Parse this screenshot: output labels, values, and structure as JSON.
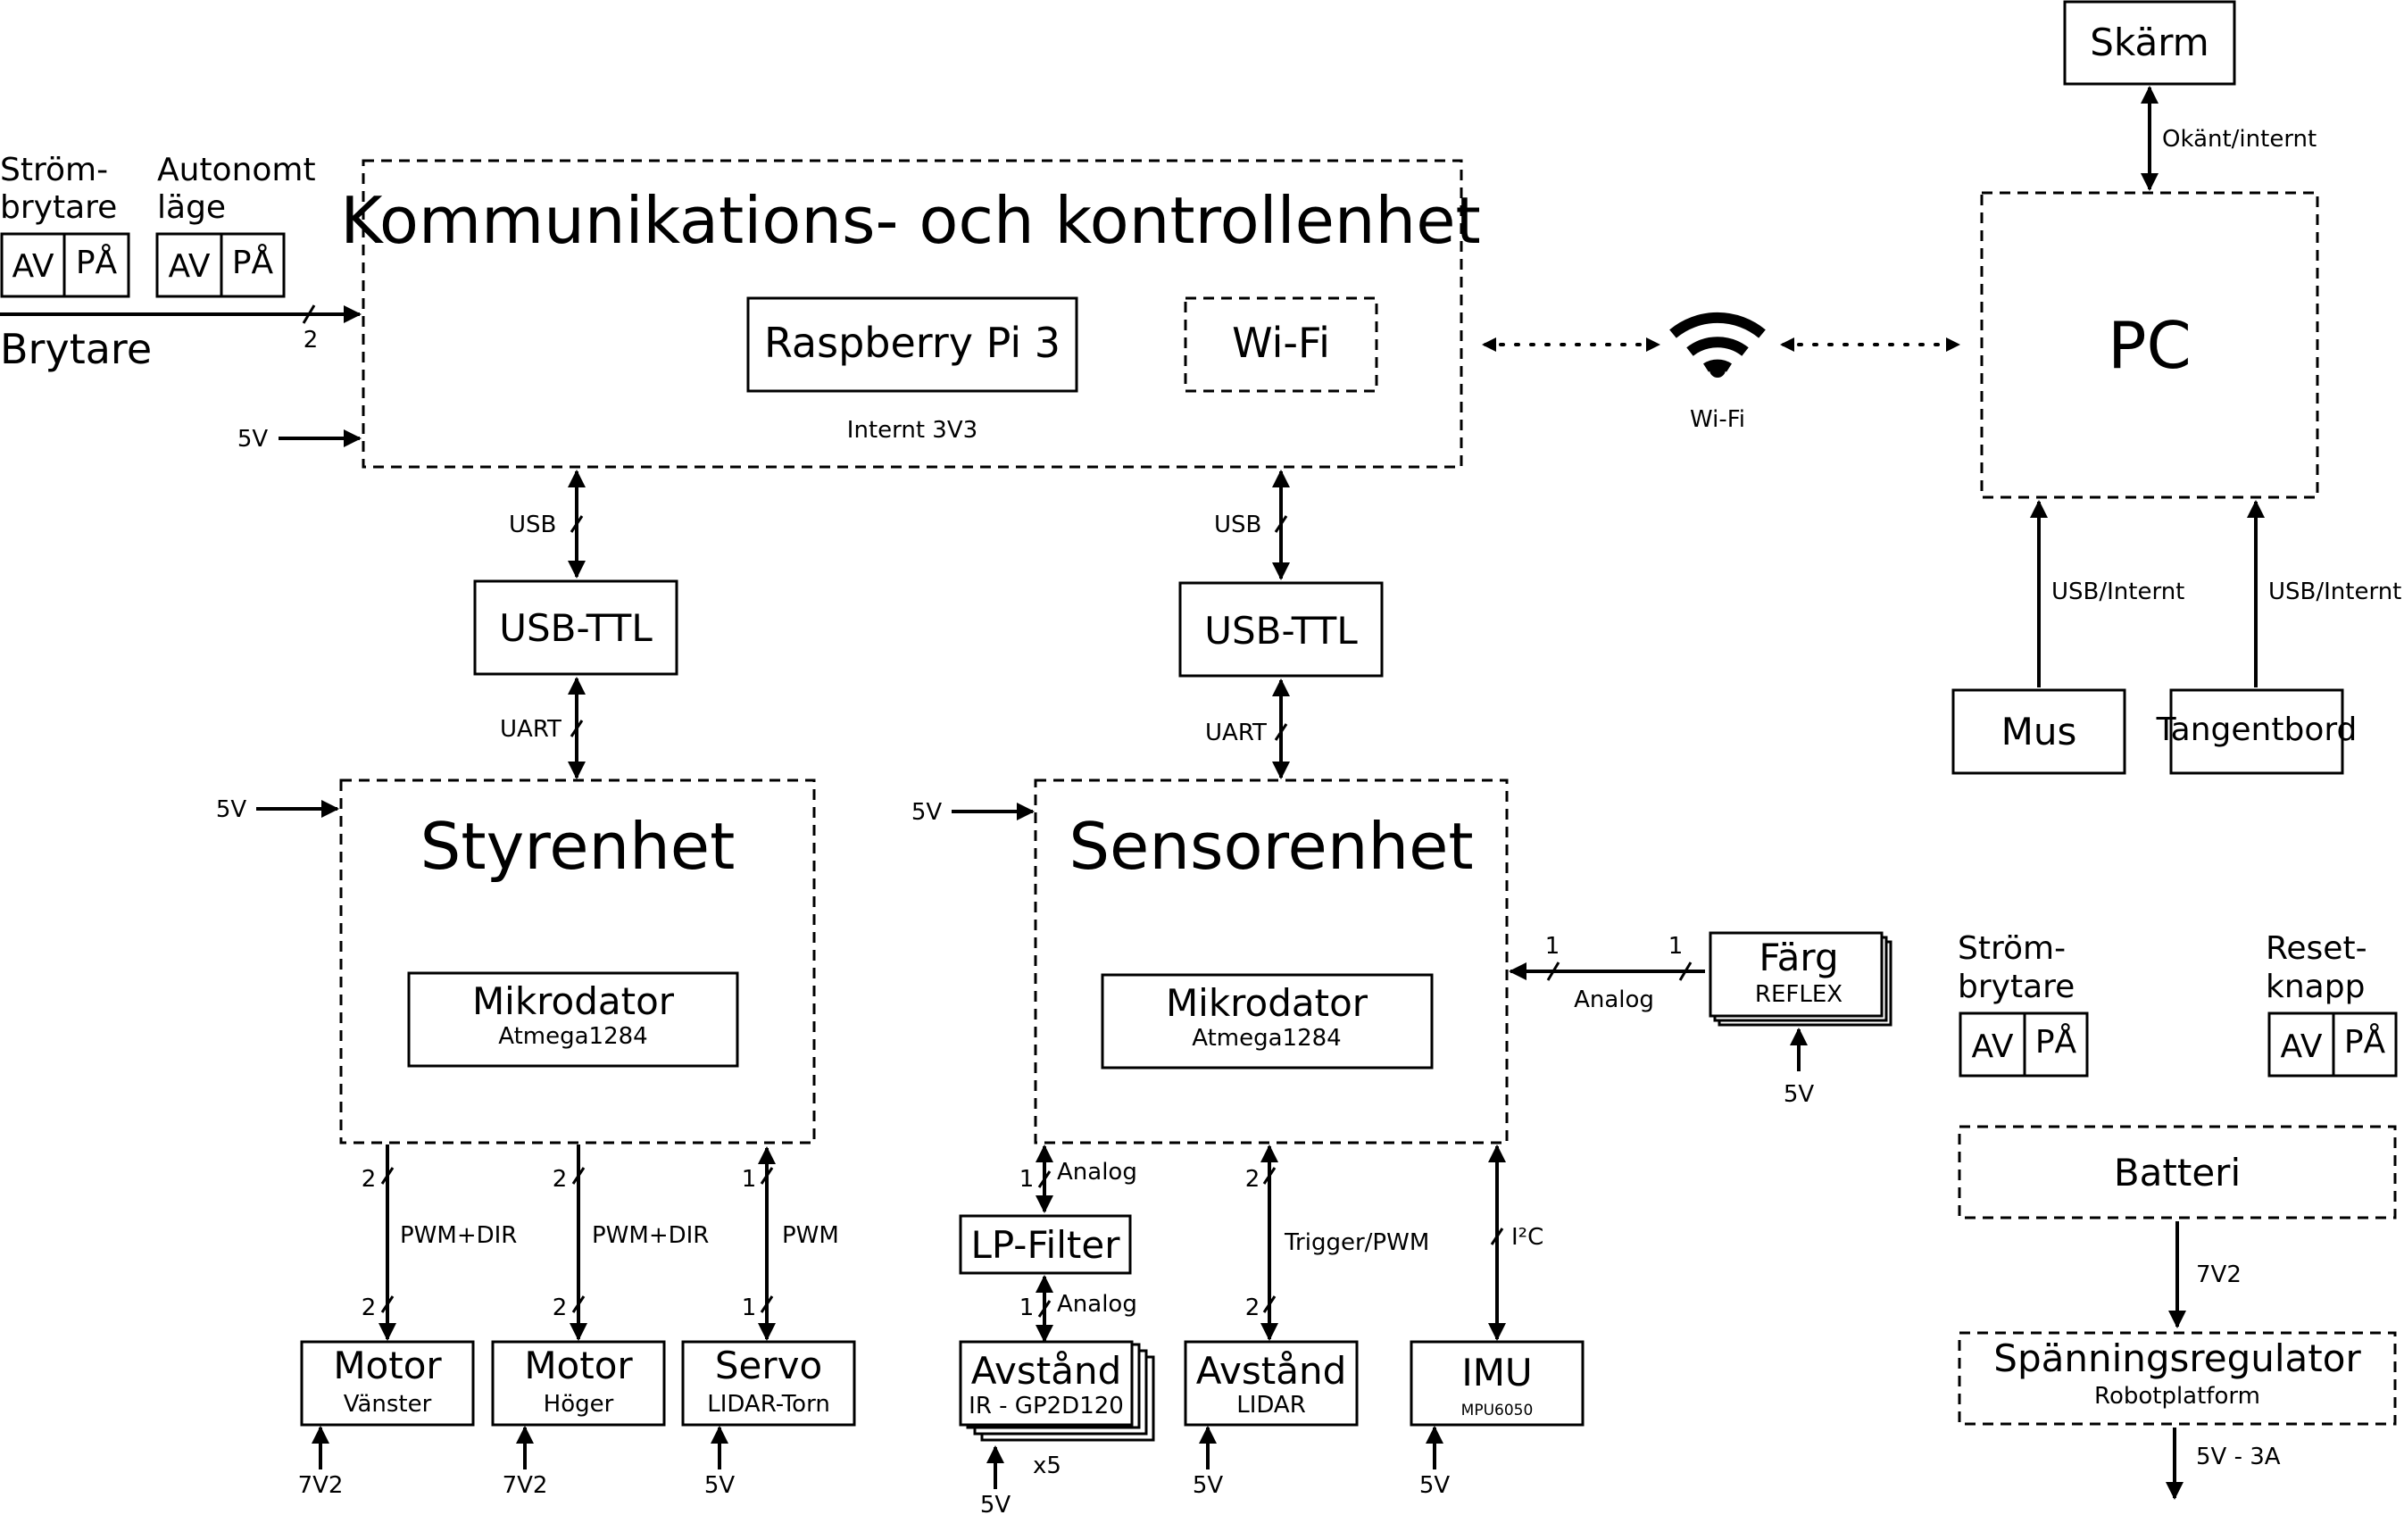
{
  "main_unit": {
    "title": "Kommunikations- och kontrollenhet",
    "raspberry": "Raspberry Pi 3",
    "wifi_box": "Wi-Fi",
    "internal_power": "Internt 3V3",
    "power_in": "5V",
    "switch_bus_label": "Brytare",
    "switch_bus_count": "2"
  },
  "switches_left": {
    "power_switch_label_line1": "Ström-",
    "power_switch_label_line2": "brytare",
    "autonom_label_line1": "Autonomt",
    "autonom_label_line2": "läge",
    "off": "AV",
    "on": "PÅ"
  },
  "wireless": {
    "label": "Wi-Fi"
  },
  "pc_side": {
    "screen": "Skärm",
    "screen_link": "Okänt/internt",
    "pc": "PC",
    "mouse": "Mus",
    "keyboard": "Tangentbord",
    "mouse_link": "USB/Internt",
    "keyboard_link": "USB/Internt"
  },
  "left_chain": {
    "usb_label": "USB",
    "converter": "USB-TTL",
    "uart_label": "UART",
    "power_in": "5V"
  },
  "right_chain": {
    "usb_label": "USB",
    "converter": "USB-TTL",
    "uart_label": "UART",
    "power_in": "5V"
  },
  "control_unit": {
    "title": "Styrenhet",
    "mcu": "Mikrodator",
    "mcu_model": "Atmega1284",
    "motor_left": {
      "title": "Motor",
      "sub": "Vänster",
      "signal": "PWM+DIR",
      "count_top": "2",
      "count_bottom": "2",
      "power": "7V2"
    },
    "motor_right": {
      "title": "Motor",
      "sub": "Höger",
      "signal": "PWM+DIR",
      "count_top": "2",
      "count_bottom": "2",
      "power": "7V2"
    },
    "servo": {
      "title": "Servo",
      "sub": "LIDAR-Torn",
      "signal": "PWM",
      "count_top": "1",
      "count_bottom": "1",
      "power": "5V"
    }
  },
  "sensor_unit": {
    "title": "Sensorenhet",
    "mcu": "Mikrodator",
    "mcu_model": "Atmega1284",
    "lp_filter": {
      "title": "LP-Filter",
      "signal_top": "Analog",
      "count_top": "1",
      "signal_bottom": "Analog",
      "count_bottom": "1"
    },
    "ir_distance": {
      "title": "Avstånd",
      "sub": "IR - GP2D120",
      "multiplier": "x5",
      "power": "5V"
    },
    "lidar": {
      "title": "Avstånd",
      "sub": "LIDAR",
      "signal": "Trigger/PWM",
      "count_top": "2",
      "count_bottom": "2",
      "power": "5V"
    },
    "imu": {
      "title": "IMU",
      "sub": "MPU6050",
      "signal": "I²C",
      "power": "5V"
    },
    "color": {
      "title": "Färg",
      "sub": "REFLEX",
      "signal": "Analog",
      "count_left": "1",
      "count_right": "1",
      "power": "5V"
    }
  },
  "robot_power": {
    "power_switch_line1": "Ström-",
    "power_switch_line2": "brytare",
    "reset_line1": "Reset-",
    "reset_line2": "knapp",
    "off": "AV",
    "on": "PÅ",
    "battery": "Batteri",
    "battery_out": "7V2",
    "regulator": "Spänningsregulator",
    "regulator_sub": "Robotplatform",
    "regulator_out": "5V - 3A"
  }
}
